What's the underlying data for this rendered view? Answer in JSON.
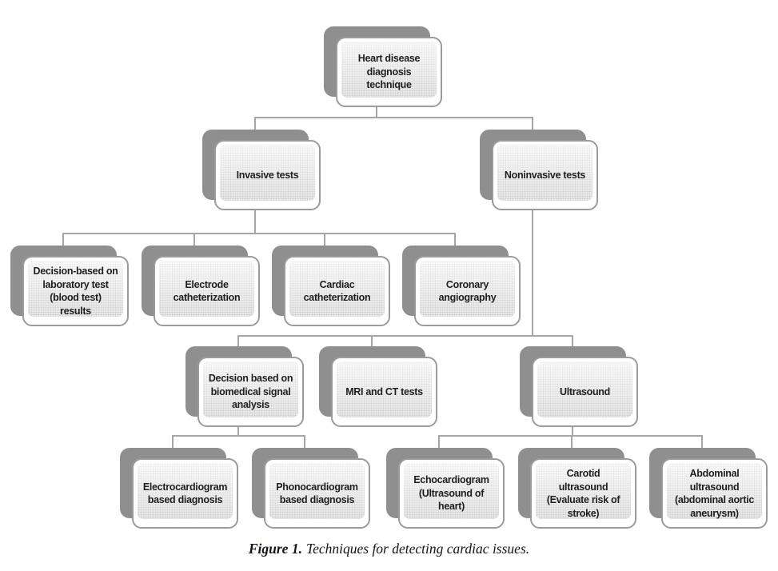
{
  "diagram": {
    "title_node": "Heart disease\ndiagnosis\ntechnique",
    "nodes": {
      "root": "Heart disease\ndiagnosis\ntechnique",
      "invasive": "Invasive tests",
      "noninvasive": "Noninvasive tests",
      "lab": "Decision-based on\nlaboratory test\n(blood test)\nresults",
      "electrode": "Electrode\ncatheterization",
      "cardiac": "Cardiac\ncatheterization",
      "coronary": "Coronary\nangiography",
      "biomedical": "Decision based on\nbiomedical signal\nanalysis",
      "mri": "MRI and CT tests",
      "ultrasound": "Ultrasound",
      "ecg": "Electrocardiogram\nbased diagnosis",
      "pcg": "Phonocardiogram\nbased diagnosis",
      "echo": "Echocardiogram\n(Ultrasound of\nheart)",
      "carotid": "Carotid\nultrasound\n(Evaluate risk of\nstroke)",
      "abdominal": "Abdominal\nultrasound\n(abdominal aortic\naneurysm)"
    },
    "caption": {
      "label": "Figure 1.",
      "text": "Techniques for detecting cardiac issues."
    }
  },
  "colors": {
    "shadow": "#8f8f8f",
    "border": "#9b9b9b",
    "boxfill": "#ffffff",
    "panel": "#f0f0f0",
    "line": "#a6a6a6",
    "ink": "#1f1f1f"
  }
}
